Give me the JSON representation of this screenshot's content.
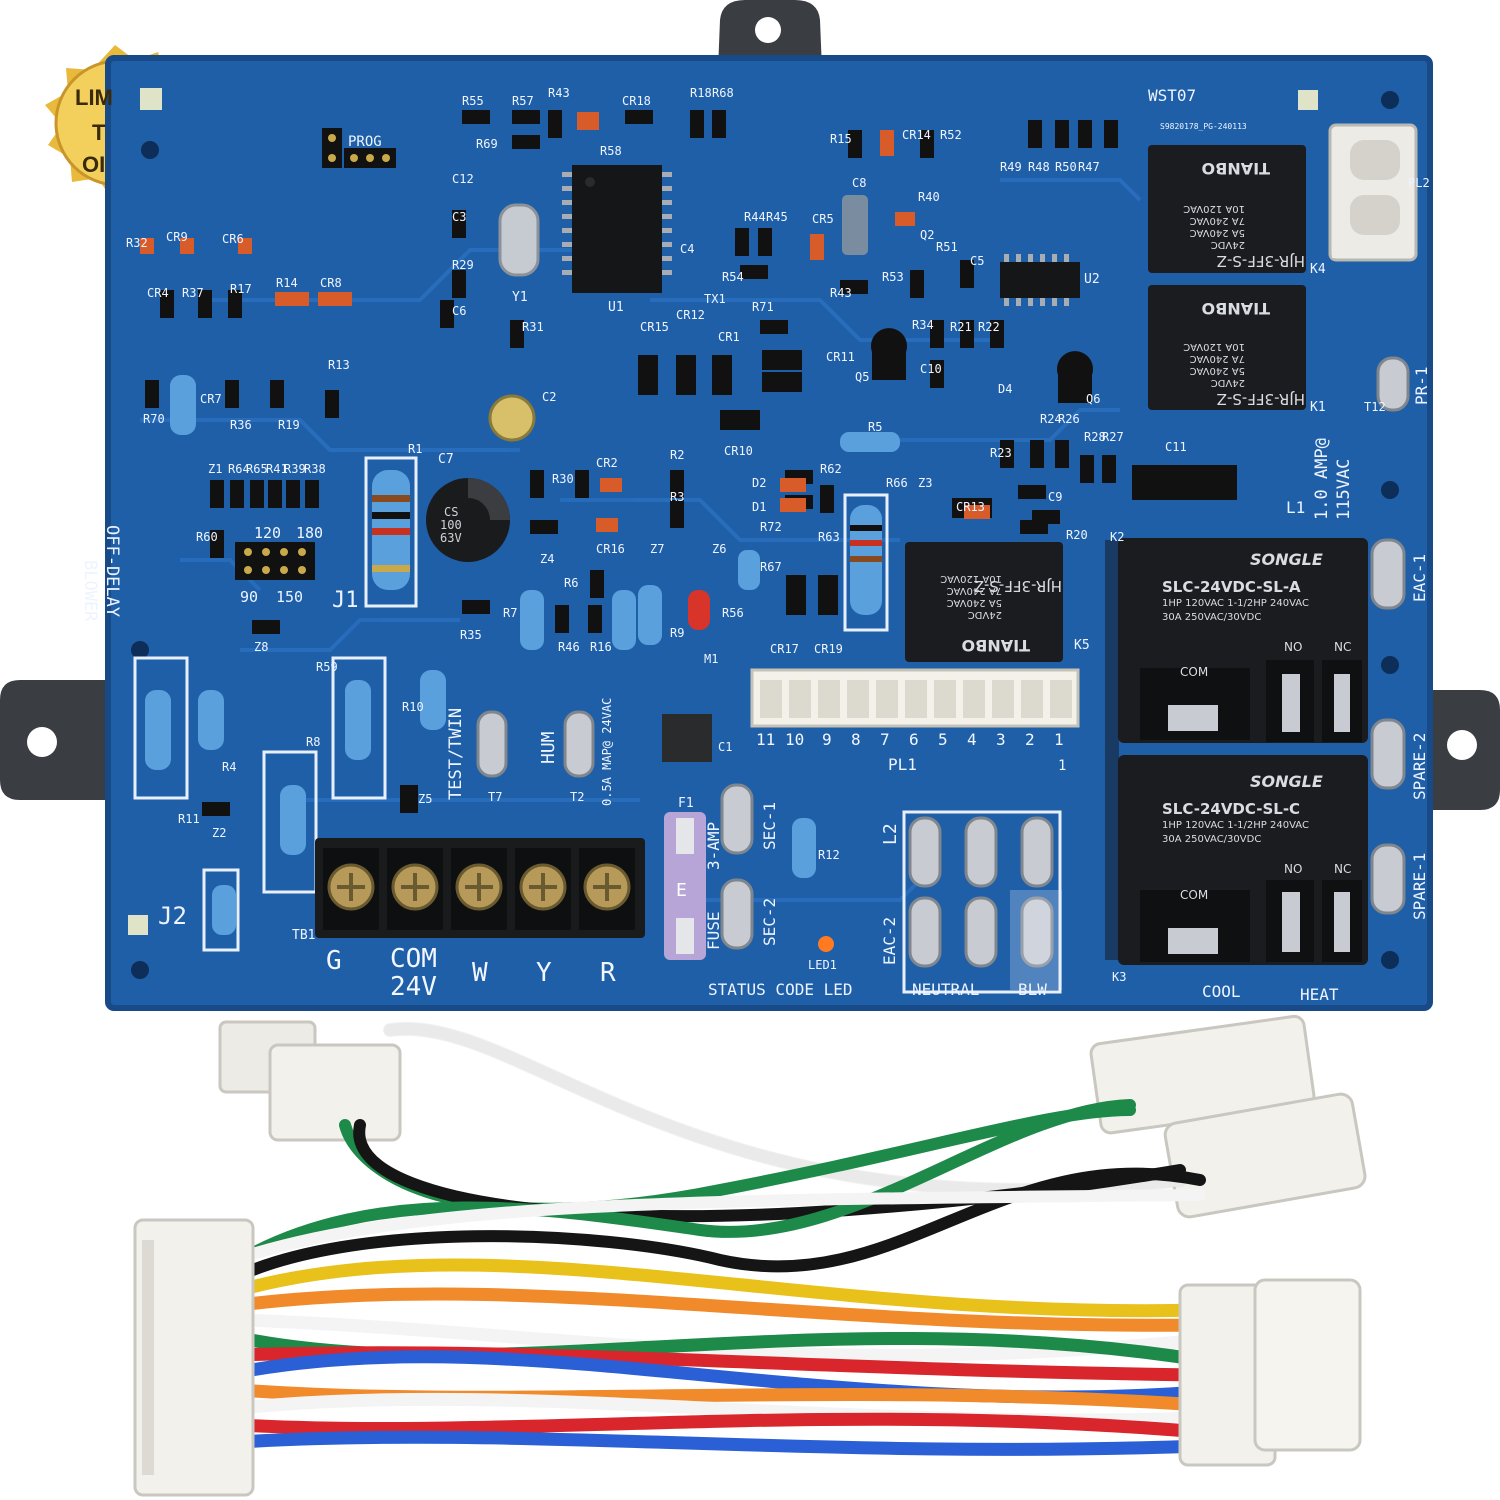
{
  "badge": {
    "line1": "LIM",
    "line2": "T",
    "line3": "OI"
  },
  "board": {
    "model": "WST07",
    "serial": "S9820178_PG-240113",
    "colors": {
      "pcb": "#1f5fa8",
      "mount": "#3a3d42",
      "relay": "#1b1c1f",
      "wire_white": "#f4f4f4"
    },
    "header_prog": "PROG",
    "blower_delay": {
      "title1": "BLOWER",
      "title2": "OFF-DELAY",
      "options": [
        "120",
        "180",
        "90",
        "150"
      ],
      "jumper": "J1"
    },
    "jumper2": "J2",
    "test_twin": "TEST/TWIN",
    "hum": "HUM",
    "hum_rating": "0.5A MAP@ 24VAC",
    "fuse": {
      "id": "F1",
      "rating": "3-AMP",
      "label": "FUSE",
      "letter": "E"
    },
    "sec_terminals": [
      "SEC-1",
      "SEC-2"
    ],
    "status_led": {
      "id": "LED1",
      "label": "STATUS CODE LED"
    },
    "pl1": {
      "label": "PL1",
      "pins": [
        "11",
        "10",
        "9",
        "8",
        "7",
        "6",
        "5",
        "4",
        "3",
        "2",
        "1"
      ],
      "pin_one": "1"
    },
    "terminal_block": {
      "id": "TB1",
      "labels": [
        "G",
        "COM",
        "W",
        "Y",
        "R"
      ],
      "sub": "24V"
    },
    "neutral_group": {
      "l2": "L2",
      "eac2": "EAC-2",
      "neutral": "NEUTRAL",
      "blw": "BLW"
    },
    "spade_labels": [
      "PR-1",
      "EAC-1",
      "SPARE-2",
      "SPARE-1"
    ],
    "ampacity": {
      "line1": "1.0 AMP@",
      "line2": "115VAC",
      "l1": "L1"
    },
    "relays_small": [
      {
        "id": "K4",
        "model": "HJR-3FF-S-Z",
        "brand": "TIANBO",
        "coil": "24VDC",
        "r1": "5A 240VAC",
        "r2": "7A 240VAC",
        "r3": "10A 120VAC"
      },
      {
        "id": "K1",
        "model": "HJR-3FF-S-Z",
        "brand": "TIANBO",
        "coil": "24VDC",
        "r1": "5A 240VAC",
        "r2": "7A 240VAC",
        "r3": "10A 120VAC"
      },
      {
        "id": "K5",
        "model": "HJR-3FF-S-Z",
        "brand": "TIANBO",
        "coil": "24VDC",
        "r1": "5A 240VAC",
        "r2": "7A 240VAC",
        "r3": "10A 120VAC"
      }
    ],
    "relays_big": [
      {
        "id": "K2",
        "brand": "SONGLE",
        "model": "SLC-24VDC-SL-A",
        "spec1": "1HP 120VAC 1-1/2HP 240VAC",
        "spec2": "30A 250VAC/30VDC",
        "com": "COM",
        "no": "NO",
        "nc": "NC"
      },
      {
        "id": "K3",
        "brand": "SONGLE",
        "model": "SLC-24VDC-SL-C",
        "spec1": "1HP 120VAC 1-1/2HP 240VAC",
        "spec2": "30A 250VAC/30VDC",
        "com": "COM",
        "no": "NO",
        "nc": "NC"
      }
    ],
    "cool_heat": [
      "COOL",
      "HEAT"
    ],
    "capacitor": {
      "line1": "CS",
      "line2": "100",
      "line3": "63V",
      "id": "C7"
    },
    "ic_u1": "U1",
    "ic_u2": "U2",
    "crystal": "Y1",
    "component_refs": [
      "R55",
      "R57",
      "R43",
      "CR18",
      "R18",
      "R68",
      "R69",
      "R58",
      "C12",
      "C3",
      "R29",
      "C6",
      "R31",
      "R32",
      "CR9",
      "CR6",
      "CR4",
      "R37",
      "R17",
      "R14",
      "CR8",
      "CR7",
      "R70",
      "R36",
      "R19",
      "R13",
      "Z1",
      "R64",
      "R65",
      "R41",
      "R39",
      "R38",
      "R60",
      "R1",
      "C2",
      "CR2",
      "R30",
      "Z4",
      "CR16",
      "R35",
      "R6",
      "R7",
      "R46",
      "R16",
      "R9",
      "R56",
      "M1",
      "Z7",
      "Z6",
      "R2",
      "R3",
      "D2",
      "D1",
      "R72",
      "R67",
      "R63",
      "R62",
      "CR17",
      "CR19",
      "R5",
      "CR10",
      "CR15",
      "CR12",
      "CR1",
      "CR11",
      "CR13",
      "R15",
      "C8",
      "CR14",
      "R52",
      "CR5",
      "R44",
      "R45",
      "R54",
      "C4",
      "TX1",
      "R71",
      "R43",
      "R53",
      "R51",
      "C5",
      "Q2",
      "R40",
      "R34",
      "R21",
      "R22",
      "Q5",
      "C10",
      "D4",
      "R24",
      "R26",
      "Q6",
      "R23",
      "R28",
      "R27",
      "C9",
      "R20",
      "R66",
      "Z3",
      "C11",
      "R49",
      "R48",
      "R50",
      "R47",
      "R11",
      "R4",
      "R8",
      "R59",
      "R10",
      "Z8",
      "Z2",
      "Z5",
      "T7",
      "T2",
      "C1",
      "R12",
      "PL2",
      "T12"
    ]
  },
  "harness": {
    "wire_colors": [
      "#f2f2f2",
      "#e8c21a",
      "#f08a2a",
      "#d8262c",
      "#1e8a4a",
      "#2a5fd6",
      "#151515",
      "#ffffff"
    ]
  }
}
